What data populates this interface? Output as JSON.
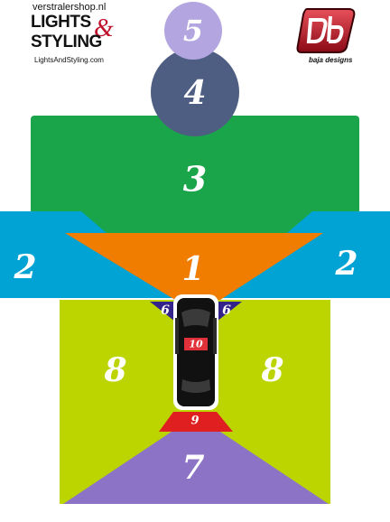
{
  "logos": {
    "left": {
      "site": "verstralershop.nl",
      "word1": "LIGHTS",
      "amp": "&",
      "word2": "STYLING",
      "sub": "LightsAndStyling.com"
    },
    "right": {
      "tag": "baja designs"
    }
  },
  "zones": {
    "z1": "1",
    "z2_left": "2",
    "z2_right": "2",
    "z3": "3",
    "z4": "4",
    "z5": "5",
    "z6_left": "6",
    "z6_right": "6",
    "z7": "7",
    "z8_left": "8",
    "z8_right": "8",
    "z9": "9",
    "z10": "10"
  },
  "colors": {
    "zone1": "#f07c00",
    "zone2": "#00a3d4",
    "zone3": "#1aa54a",
    "zone4": "#4e5d82",
    "zone5": "#b3a6e0",
    "zone6": "#33238a",
    "zone7": "#8c73c6",
    "zone8": "#bcd400",
    "zone9": "#e02020",
    "zone10": "#e0303a",
    "car": "#111111",
    "brand_red": "#c0122c"
  }
}
